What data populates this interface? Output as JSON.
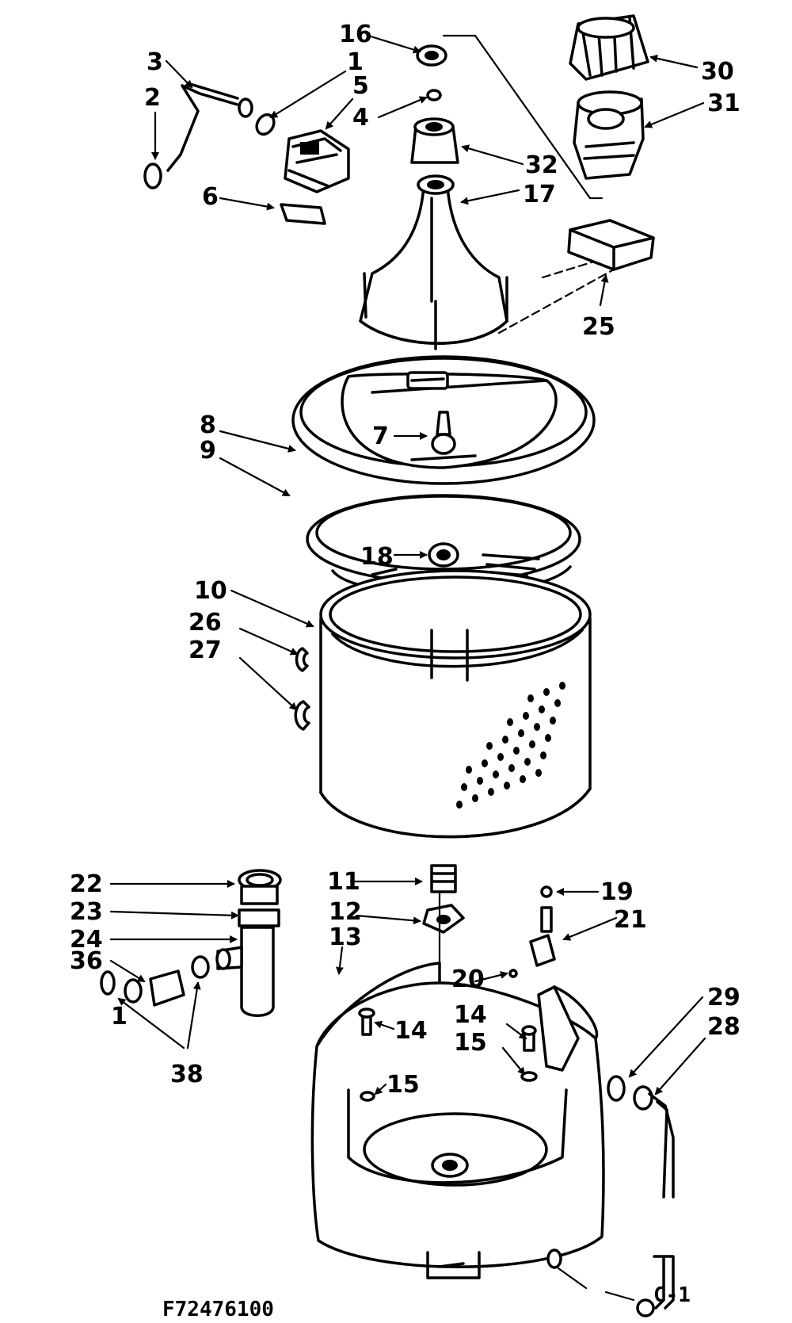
{
  "diagram": {
    "part_labels": [
      "1",
      "2",
      "3",
      "4",
      "5",
      "6",
      "7",
      "8",
      "9",
      "10",
      "11",
      "12",
      "13",
      "14",
      "14",
      "15",
      "15",
      "16",
      "17",
      "18",
      "19",
      "20",
      "21",
      "22",
      "23",
      "24",
      "25",
      "26",
      "27",
      "28",
      "29",
      "30",
      "31",
      "32",
      "36",
      "38",
      "1"
    ],
    "figure_code": "F72476100",
    "page_label": "C-1"
  }
}
